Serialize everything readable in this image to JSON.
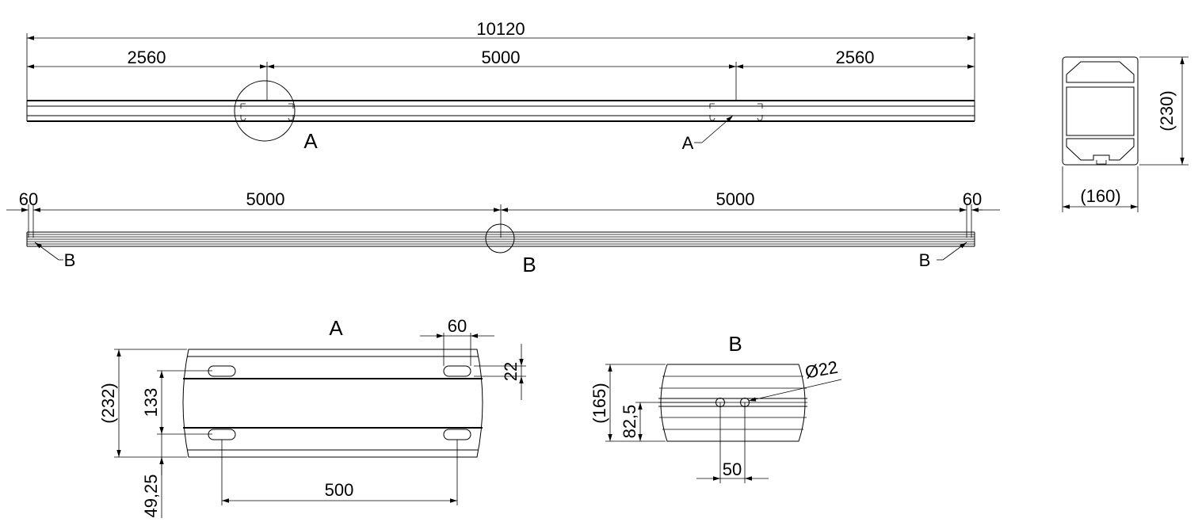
{
  "top_view": {
    "overall_length": "10120",
    "left_offset": "2560",
    "middle_span": "5000",
    "right_offset": "2560",
    "detail_label": "A",
    "callout_label": "A"
  },
  "side_view": {
    "left_end": "60",
    "left_span": "5000",
    "right_span": "5000",
    "right_end": "60",
    "detail_label": "B",
    "callout_left": "B",
    "callout_right": "B"
  },
  "end_view": {
    "height": "(230)",
    "width": "(160)"
  },
  "detail_a": {
    "title": "A",
    "overall_height": "(232)",
    "slot_spacing": "133",
    "edge_offset": "49,25",
    "slot_length": "60",
    "slot_width": "22",
    "slot_pitch": "500"
  },
  "detail_b": {
    "title": "B",
    "height": "(165)",
    "hole_height": "82,5",
    "hole_spacing": "50",
    "hole_diameter": "Ø22"
  }
}
